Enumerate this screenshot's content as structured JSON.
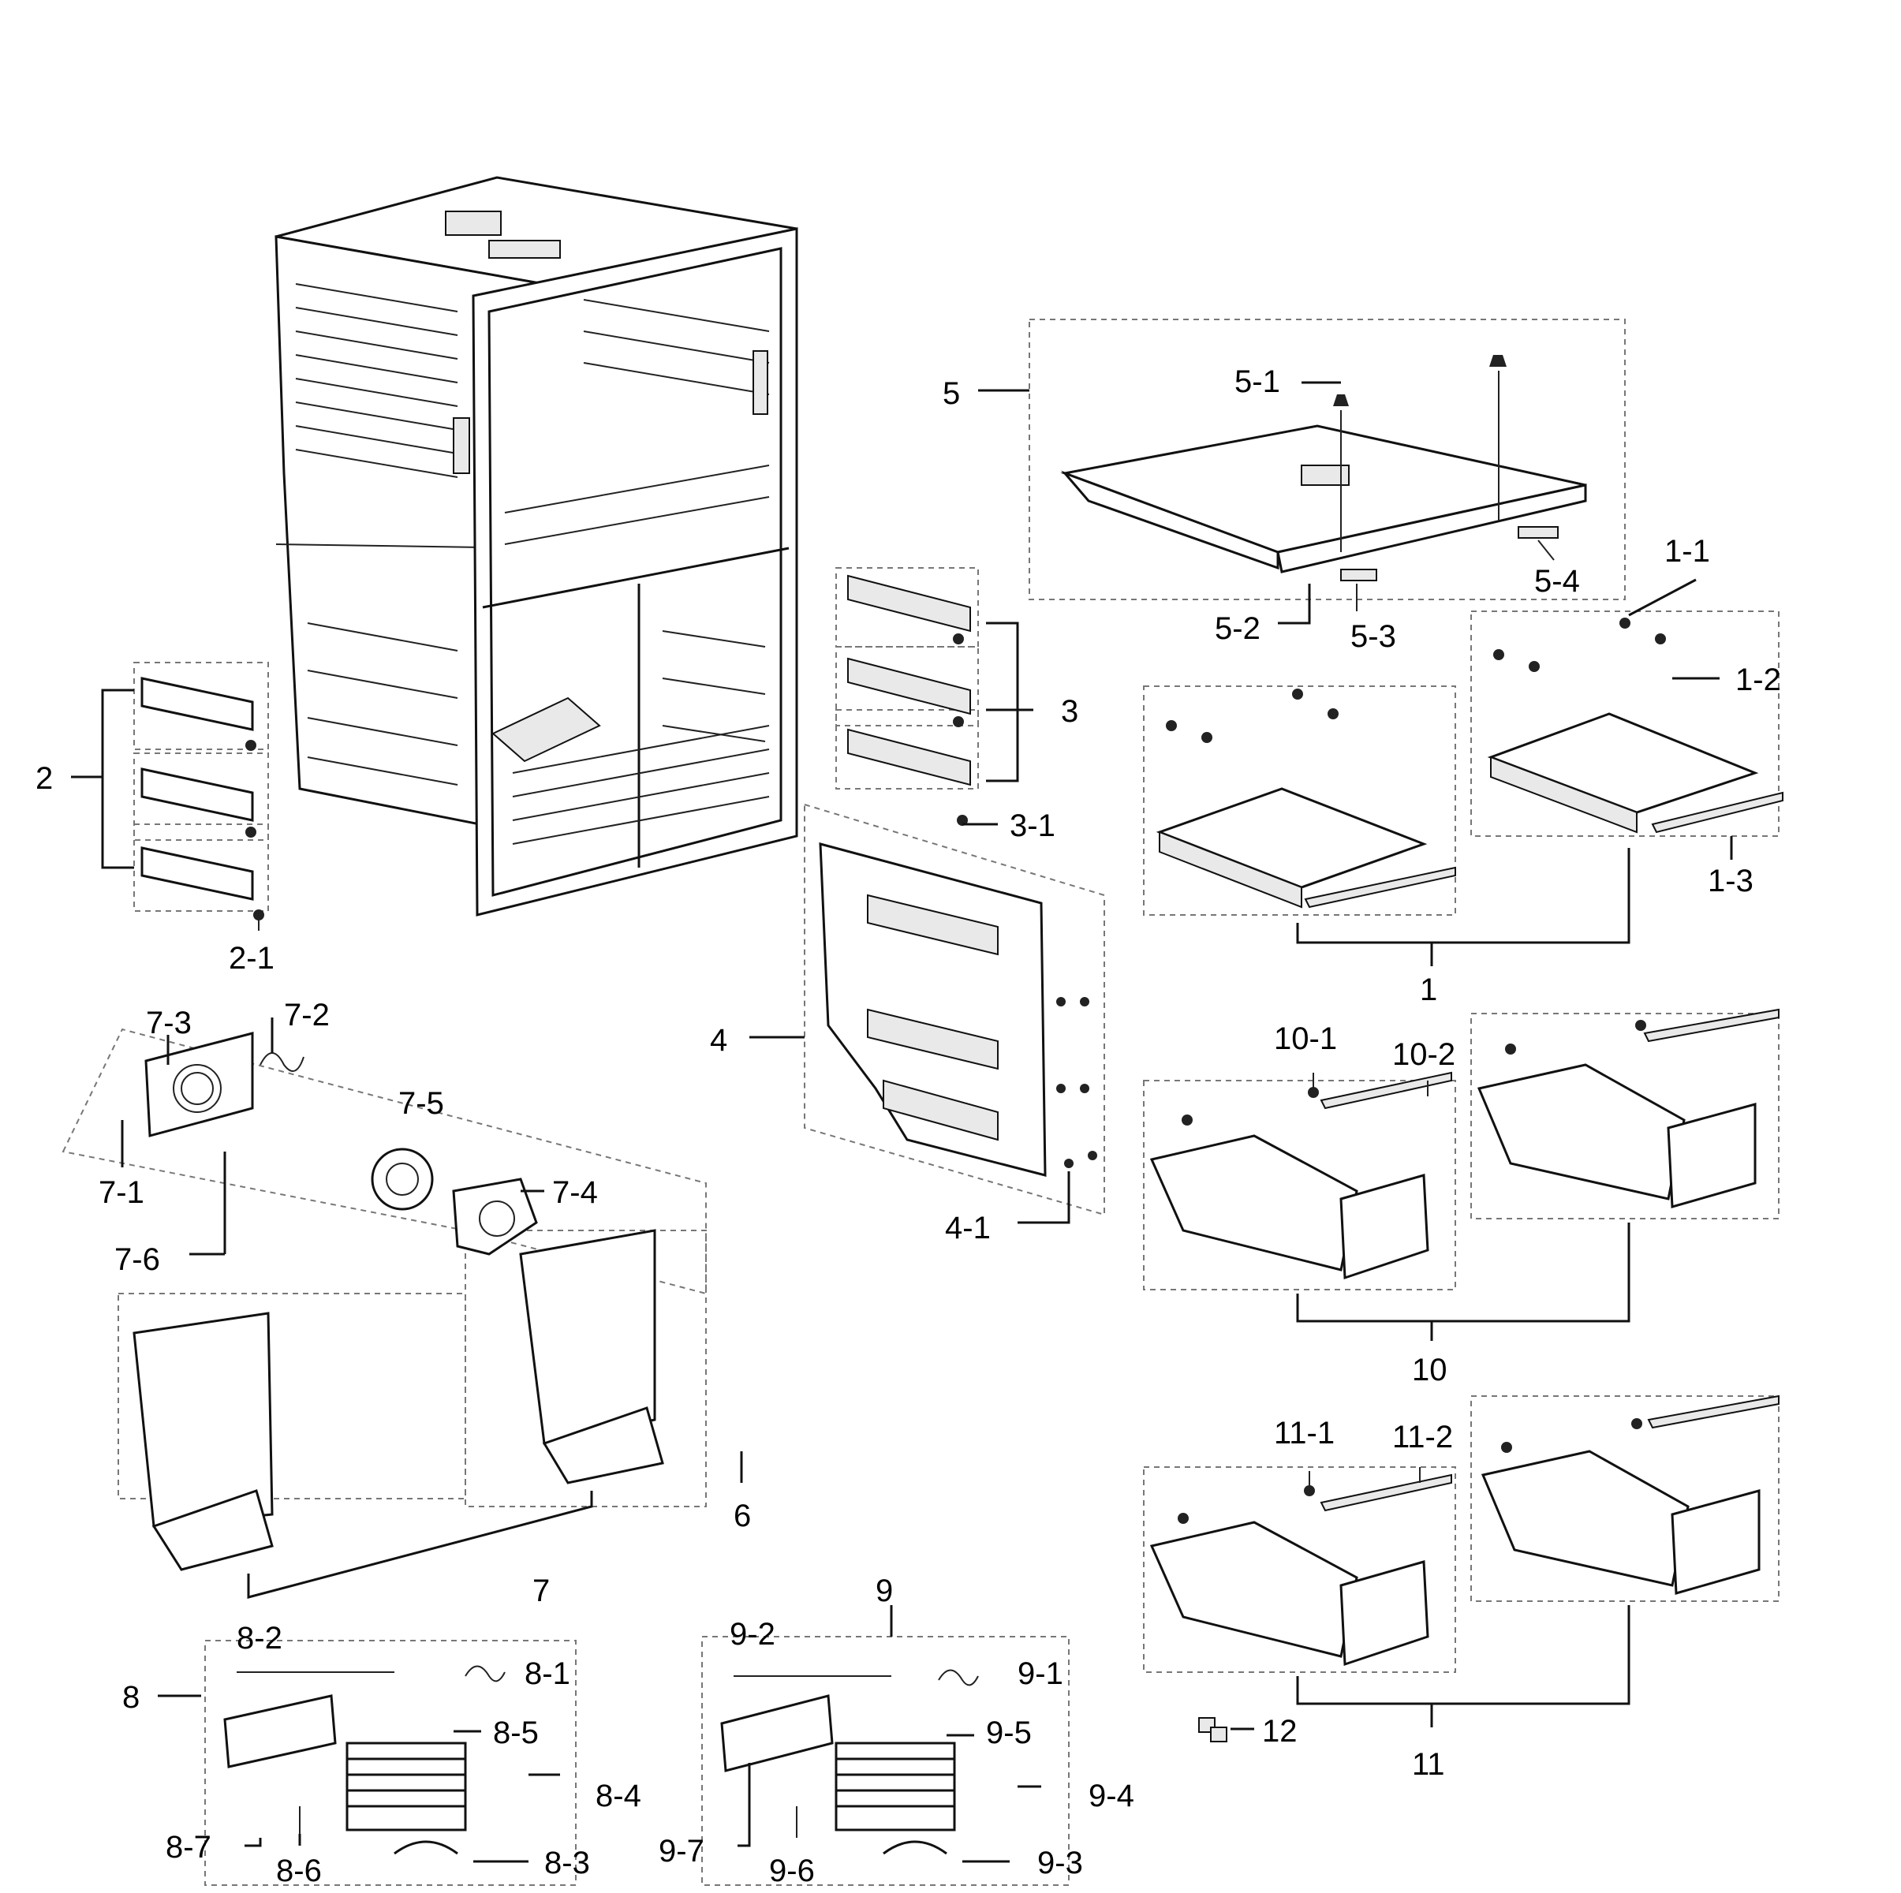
{
  "labels": {
    "p1": "1",
    "p1_1": "1-1",
    "p1_2": "1-2",
    "p1_3": "1-3",
    "p2": "2",
    "p2_1": "2-1",
    "p3": "3",
    "p3_1": "3-1",
    "p4": "4",
    "p4_1": "4-1",
    "p5": "5",
    "p5_1": "5-1",
    "p5_2": "5-2",
    "p5_3": "5-3",
    "p5_4": "5-4",
    "p6": "6",
    "p7": "7",
    "p7_1": "7-1",
    "p7_2": "7-2",
    "p7_3": "7-3",
    "p7_4": "7-4",
    "p7_5": "7-5",
    "p7_6": "7-6",
    "p8": "8",
    "p8_1": "8-1",
    "p8_2": "8-2",
    "p8_3": "8-3",
    "p8_4": "8-4",
    "p8_5": "8-5",
    "p8_6": "8-6",
    "p8_7": "8-7",
    "p9": "9",
    "p9_1": "9-1",
    "p9_2": "9-2",
    "p9_3": "9-3",
    "p9_4": "9-4",
    "p9_5": "9-5",
    "p9_6": "9-6",
    "p9_7": "9-7",
    "p10": "10",
    "p10_1": "10-1",
    "p10_2": "10-2",
    "p11": "11",
    "p11_1": "11-1",
    "p11_2": "11-2",
    "p12": "12"
  }
}
